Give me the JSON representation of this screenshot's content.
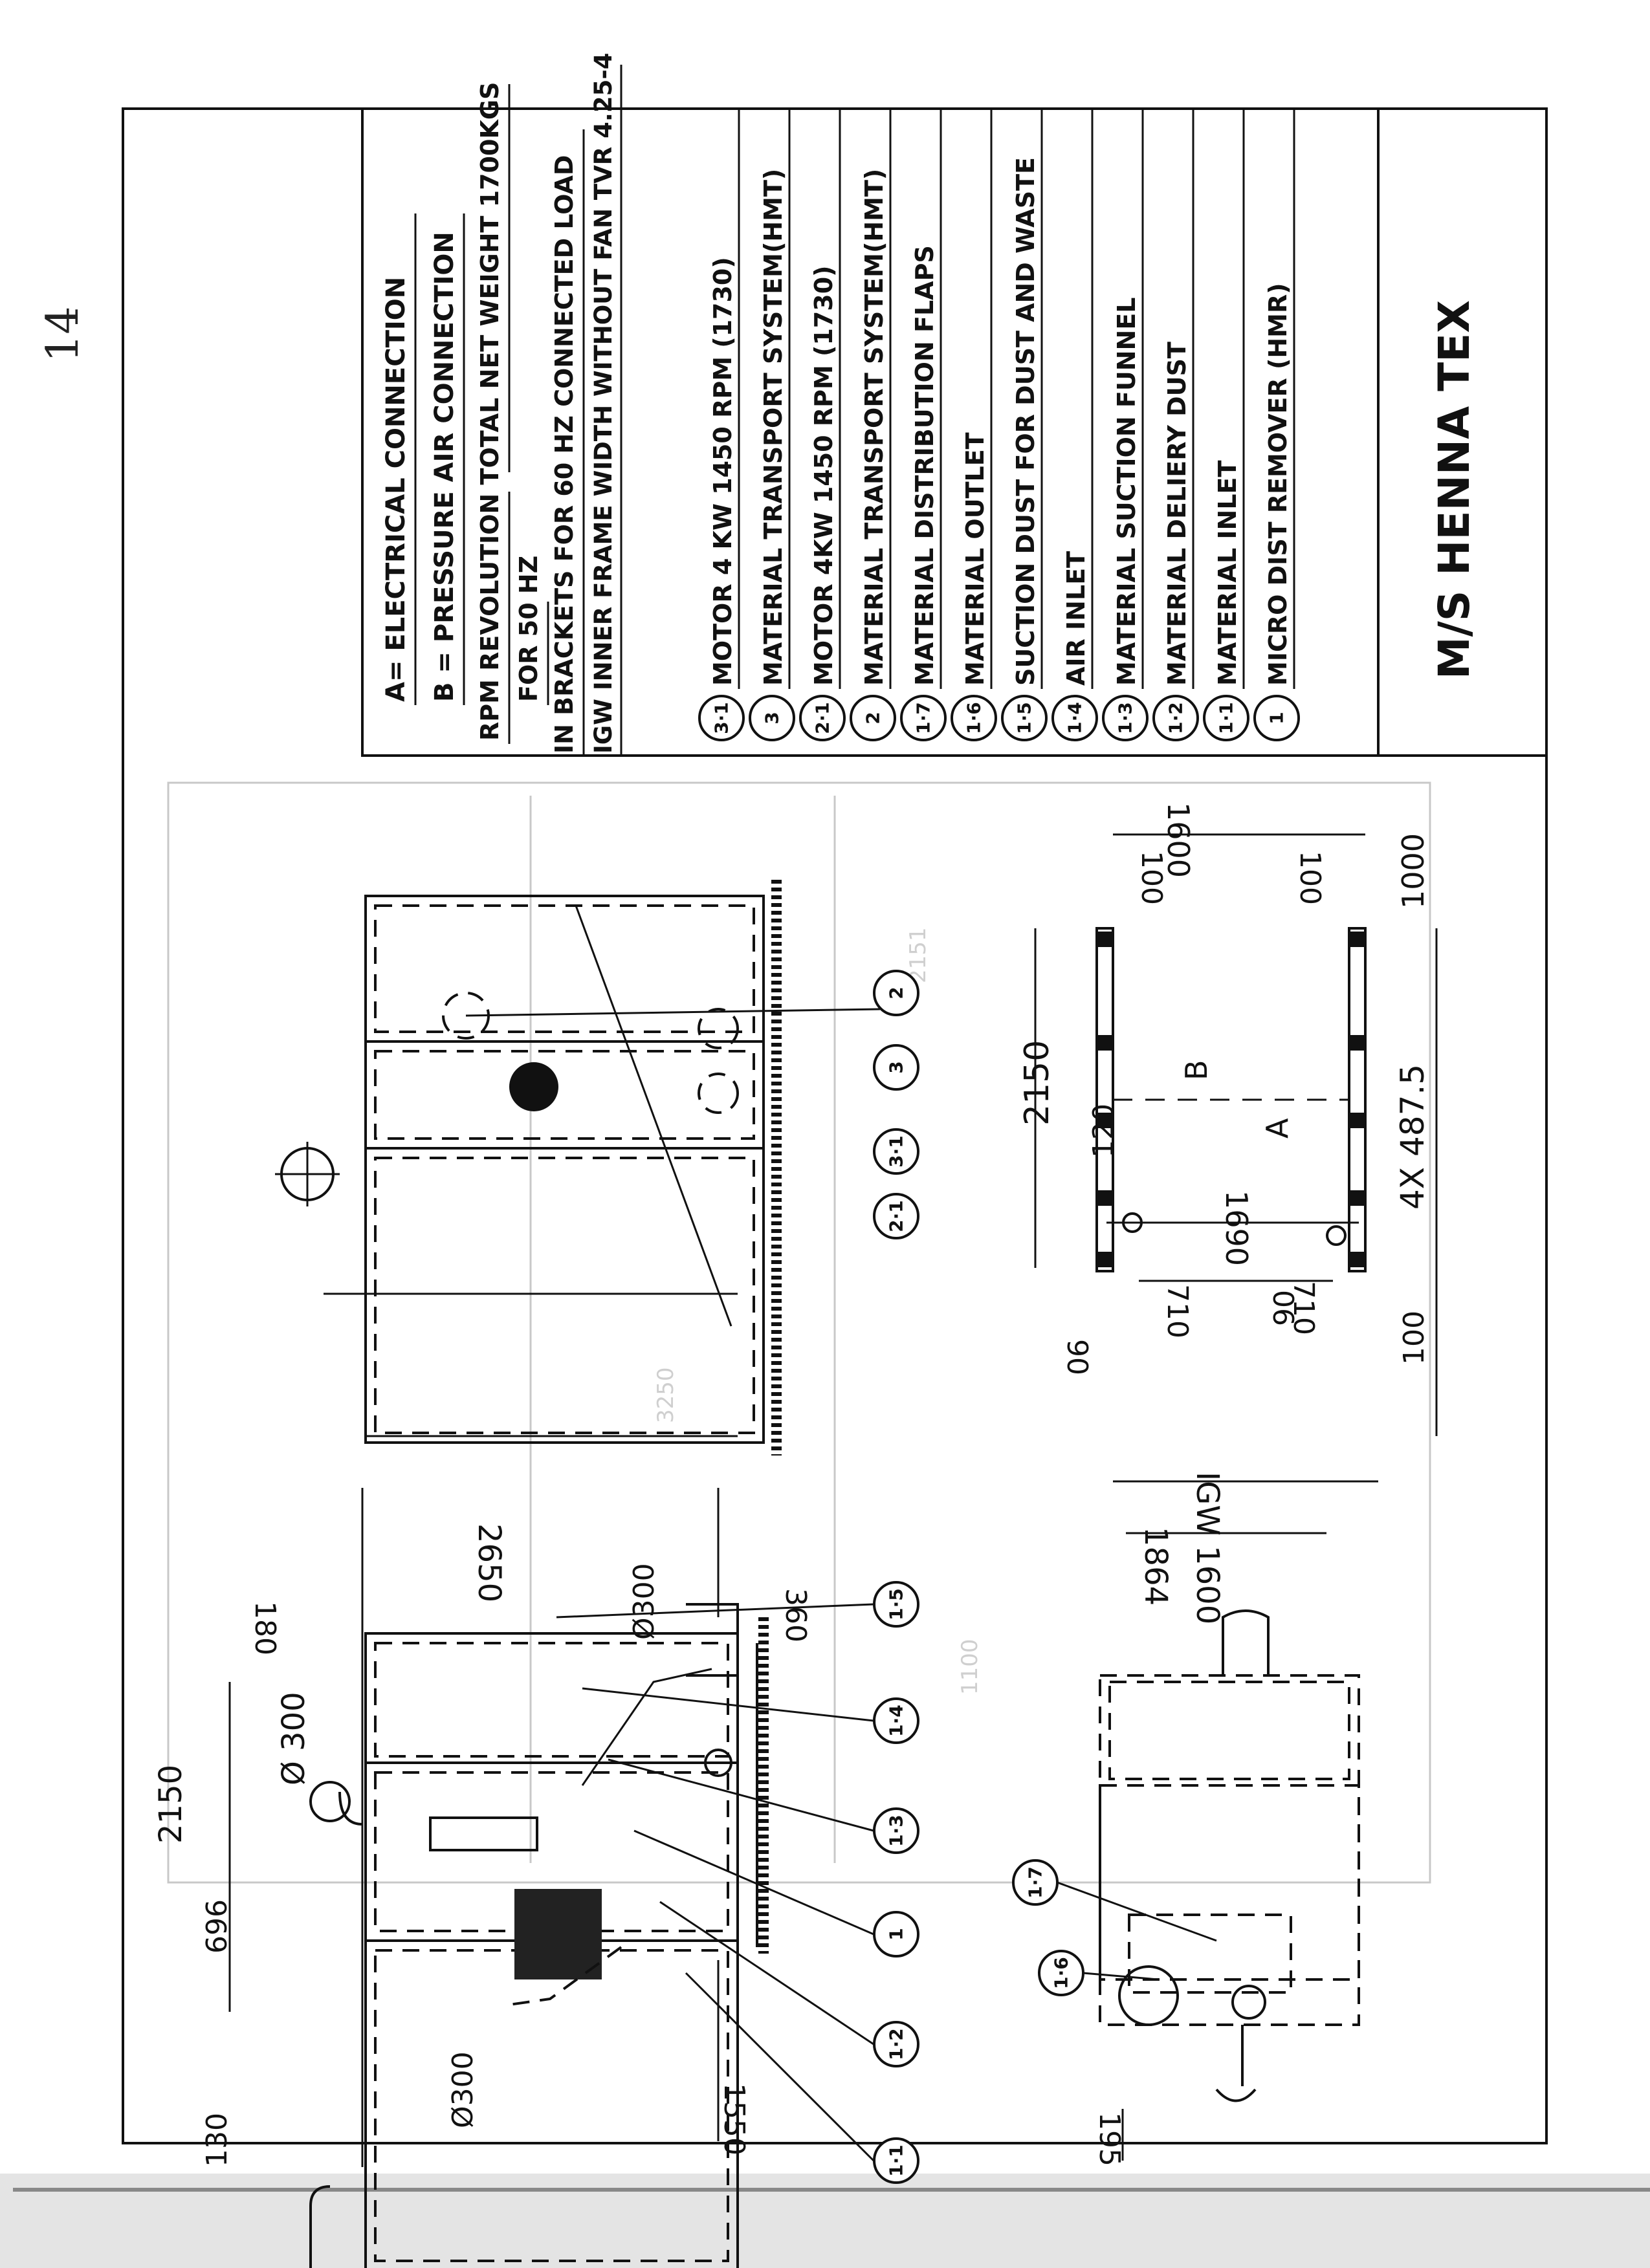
{
  "page_number": "14",
  "title_block": {
    "company": "M/S HENNA TEX"
  },
  "notes": [
    "A= ELECTRICAL  CONNECTION",
    "B = PRESSURE   AIR  CONNECTION",
    "RPM REVOLUTION    TOTAL NET WEIGHT 1700KGS",
    "FOR 50 HZ",
    "IN BRACKETS FOR 60 HZ     CONNECTED LOAD",
    "IGW INNER FRAME WIDTH  WITHOUT FAN TVR 4.25-4"
  ],
  "legend": [
    {
      "id": "3·1",
      "label": "MOTOR 4 KW 1450 RPM  (1730)"
    },
    {
      "id": "3",
      "label": "MATERIAL  TRANSPORT  SYSTEM(HMT)"
    },
    {
      "id": "2·1",
      "label": "MOTOR 4KW 1450 RPM  (1730)"
    },
    {
      "id": "2",
      "label": "MATERIAL  TRANSPORT SYSTEM(HMT)"
    },
    {
      "id": "1·7",
      "label": "MATERIAL  DISTRIBUTION  FLAPS"
    },
    {
      "id": "1·6",
      "label": "MATERIAL   OUTLET"
    },
    {
      "id": "1·5",
      "label": "SUCTION  DUST  FOR  DUST AND WASTE"
    },
    {
      "id": "1·4",
      "label": "AIR  INLET"
    },
    {
      "id": "1·3",
      "label": "MATERIAL  SUCTION  FUNNEL"
    },
    {
      "id": "1·2",
      "label": "MATERIAL  DELIERY  DUST"
    },
    {
      "id": "1·1",
      "label": "MATERIAL  INLET"
    },
    {
      "id": "1",
      "label": "MICRO   DIST REMOVER (HMR)"
    }
  ],
  "side_view": {
    "dims": {
      "d130": "130",
      "d696": "696",
      "d2150": "2150",
      "d1550": "1550",
      "d180": "180",
      "d2650": "2650",
      "d360": "360",
      "dia300_left": "Ø300",
      "dia300_top": "Ø 300",
      "dia300_right": "Ø300"
    },
    "callouts": [
      "1·1",
      "1·2",
      "1",
      "1·3",
      "1·4",
      "1·5"
    ]
  },
  "end_view": {
    "callouts": [
      "2·1",
      "3·1",
      "3",
      "2"
    ]
  },
  "plan_view": {
    "dims": {
      "d195": "195",
      "d1864": "1864",
      "igw1600": "IGW 1600"
    },
    "callouts": [
      "1·6",
      "1·7"
    ]
  },
  "foundation_view": {
    "dims": {
      "d2150": "2150",
      "d1600": "1600",
      "d100a": "100",
      "d100b": "100",
      "d120": "120",
      "d1690": "1690",
      "d710a": "710",
      "d90a": "90",
      "d90b": "90",
      "d710b": "710",
      "d100c": "100",
      "d4x": "4X 487.5",
      "d1000": "1000",
      "labelB": "B",
      "labelA": "A"
    }
  }
}
